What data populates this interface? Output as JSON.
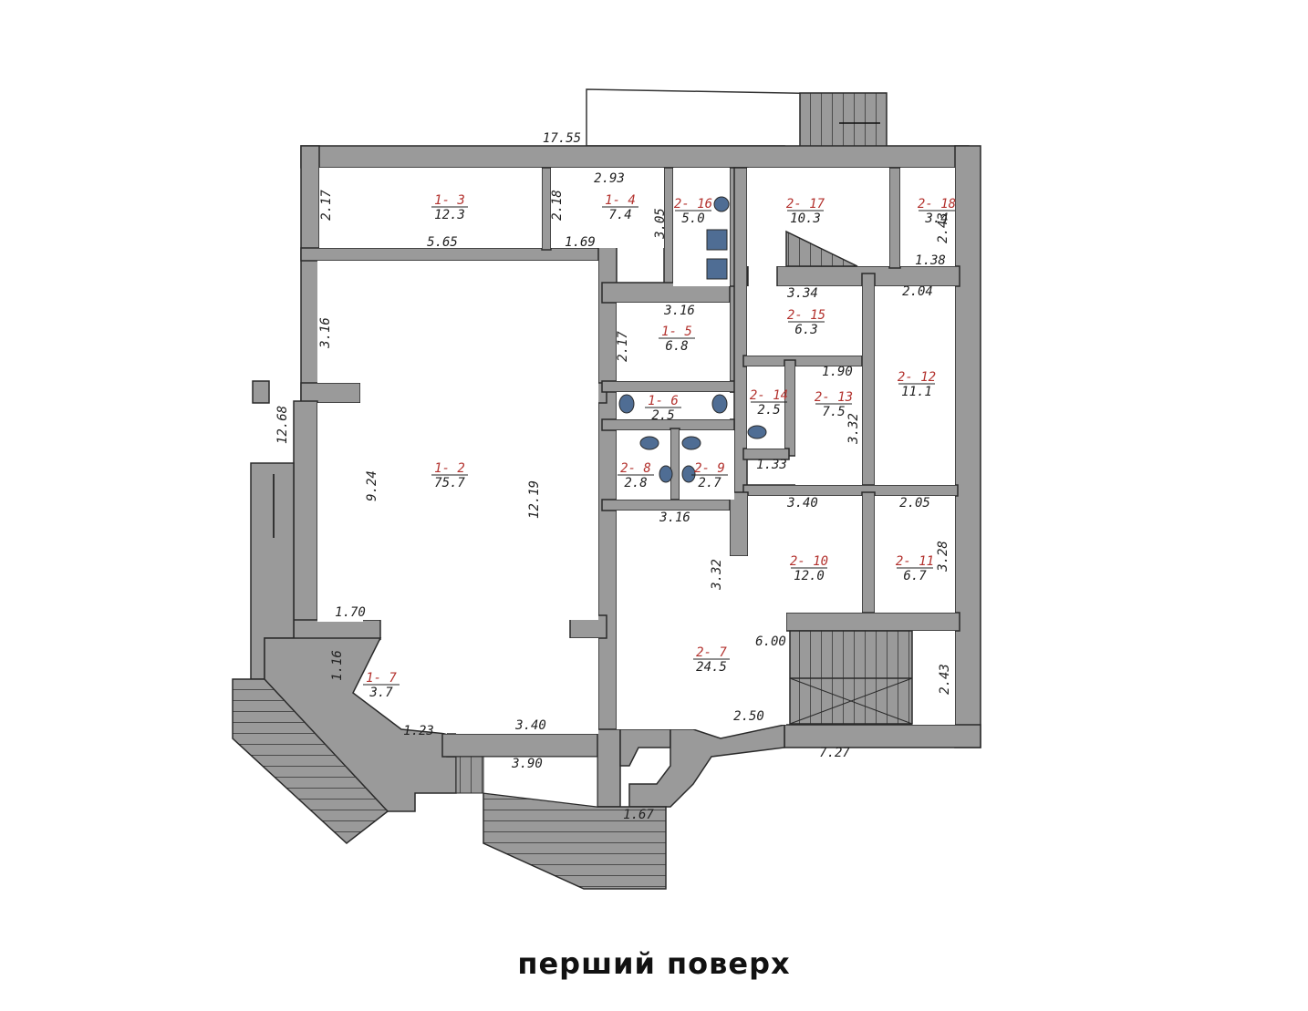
{
  "caption": "перший поверх",
  "colors": {
    "wall": "#9a9a9a",
    "wall_stroke": "#2a2a2a",
    "code": "#b3322e",
    "fixture": "#4f6d94"
  },
  "rooms": [
    {
      "id": "r1-3",
      "code": "1- 3",
      "area": "12.3"
    },
    {
      "id": "r1-4",
      "code": "1- 4",
      "area": "7.4"
    },
    {
      "id": "r2-16",
      "code": "2- 16",
      "area": "5.0"
    },
    {
      "id": "r2-17",
      "code": "2- 17",
      "area": "10.3"
    },
    {
      "id": "r2-18",
      "code": "2- 18",
      "area": "3.4"
    },
    {
      "id": "r1-5",
      "code": "1- 5",
      "area": "6.8"
    },
    {
      "id": "r2-15",
      "code": "2- 15",
      "area": "6.3"
    },
    {
      "id": "r2-12",
      "code": "2- 12",
      "area": "11.1"
    },
    {
      "id": "r1-6",
      "code": "1- 6",
      "area": "2.5"
    },
    {
      "id": "r2-14",
      "code": "2- 14",
      "area": "2.5"
    },
    {
      "id": "r2-13",
      "code": "2- 13",
      "area": "7.5"
    },
    {
      "id": "r1-2",
      "code": "1- 2",
      "area": "75.7"
    },
    {
      "id": "r2-8",
      "code": "2- 8",
      "area": "2.8"
    },
    {
      "id": "r2-9",
      "code": "2- 9",
      "area": "2.7"
    },
    {
      "id": "r2-10",
      "code": "2- 10",
      "area": "12.0"
    },
    {
      "id": "r2-11",
      "code": "2- 11",
      "area": "6.7"
    },
    {
      "id": "r1-7",
      "code": "1- 7",
      "area": "3.7"
    },
    {
      "id": "r2-7",
      "code": "2- 7",
      "area": "24.5"
    }
  ],
  "dimensions": [
    "17.55",
    "2.93",
    "2.17",
    "2.18",
    "3.05",
    "5.65",
    "1.69",
    "2.43",
    "1.38",
    "3.16",
    "3.16",
    "2.17",
    "3.34",
    "2.04",
    "1.90",
    "3.32",
    "1.33",
    "9.24",
    "12.19",
    "12.68",
    "3.16",
    "3.40",
    "2.05",
    "3.32",
    "3.28",
    "1.70",
    "1.16",
    "6.00",
    "2.43",
    "1.23",
    "3.40",
    "2.50",
    "3.90",
    "7.27",
    "1.67"
  ]
}
